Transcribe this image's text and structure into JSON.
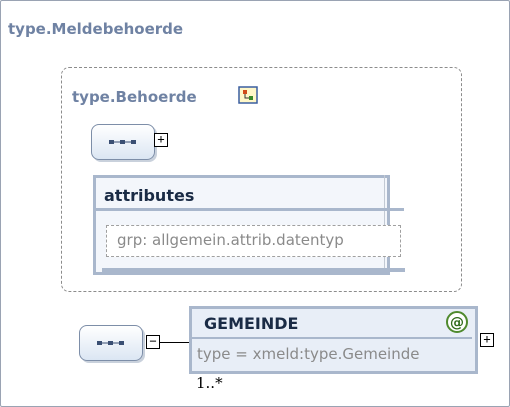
{
  "outer": {
    "title": "type.Meldebehoerde"
  },
  "inner": {
    "title": "type.Behoerde",
    "icons": {
      "type": "type-definition-icon",
      "sequence": "sequence-icon",
      "expand": "expand-plus-icon"
    }
  },
  "attributes": {
    "title": "attributes",
    "group": "grp: allgemein.attrib.datentyp"
  },
  "element": {
    "name": "GEMEINDE",
    "type": "type = xmeld:type.Gemeinde",
    "badge": "@",
    "cardinality": "1..*",
    "icons": {
      "collapse": "collapse-minus-icon",
      "expand": "expand-plus-icon"
    }
  },
  "colors": {
    "title": "#6f82a3",
    "border": "#a9b7cc",
    "attribute_badge": "#4f8a2e"
  }
}
